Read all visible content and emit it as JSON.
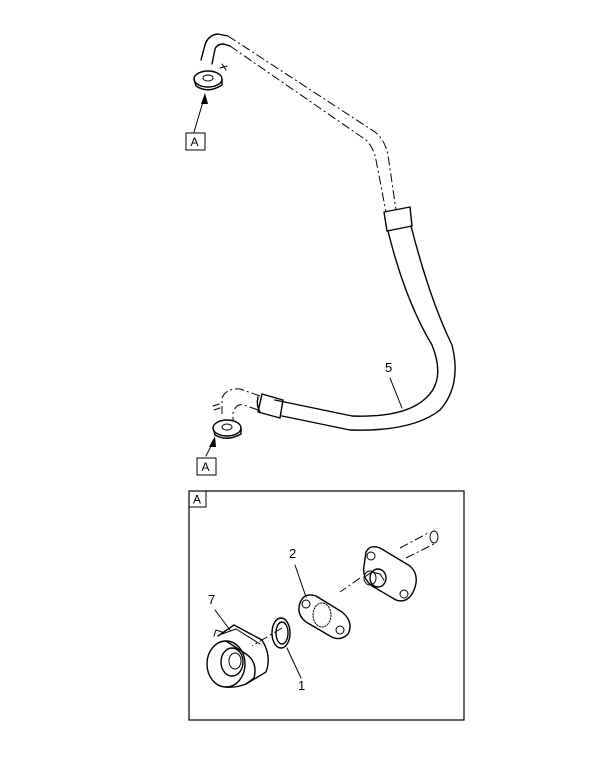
{
  "callouts": {
    "item_5": "5",
    "item_2": "2",
    "item_7": "7",
    "item_1": "1"
  },
  "view_refs": {
    "top": "A",
    "bottom": "A",
    "detail_box": "A"
  }
}
